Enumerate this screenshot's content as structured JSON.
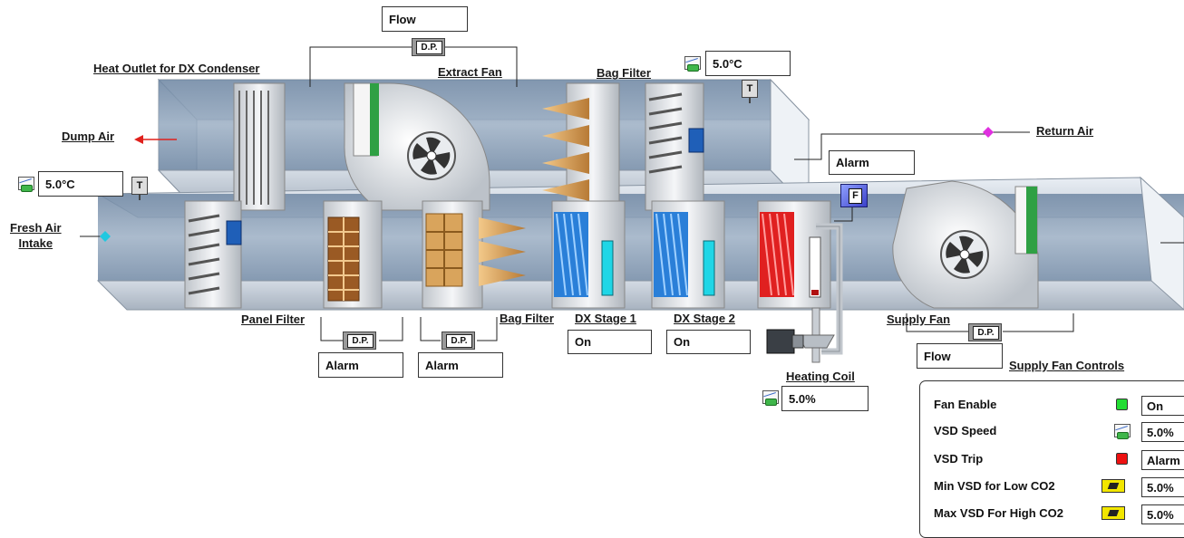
{
  "labels": {
    "heat_outlet": "Heat Outlet for DX Condenser",
    "extract_fan": "Extract Fan",
    "bag_filter_top": "Bag Filter",
    "dump_air": "Dump Air",
    "return_air": "Return Air",
    "fresh_air_line1": "Fresh Air",
    "fresh_air_line2": "Intake",
    "panel_filter": "Panel Filter",
    "bag_filter_bottom": "Bag Filter",
    "dx_stage1": "DX Stage 1",
    "dx_stage2": "DX Stage 2",
    "heating_coil": "Heating Coil",
    "supply_fan": "Supply Fan",
    "supply_fan_controls": "Supply Fan Controls"
  },
  "icons": {
    "dp_text": "D.P.",
    "temp_text": "T",
    "flow_switch_text": "F"
  },
  "values": {
    "extract_flow": "Flow",
    "return_temp": "5.0°C",
    "fresh_temp": "5.0°C",
    "fan_alarm": "Alarm",
    "panel_filter_alarm": "Alarm",
    "bag_filter_alarm": "Alarm",
    "dx_stage1_status": "On",
    "dx_stage2_status": "On",
    "supply_flow": "Flow",
    "heating_coil_value": "5.0%"
  },
  "controls": [
    {
      "label": "Fan Enable",
      "indicator": "led",
      "color": "#22dd33",
      "value": "On"
    },
    {
      "label": "VSD Speed",
      "indicator": "graph-icon",
      "value": "5.0%"
    },
    {
      "label": "VSD Trip",
      "indicator": "led",
      "color": "#ee1111",
      "value": "Alarm"
    },
    {
      "label": "Min VSD for Low CO2",
      "indicator": "setpoint-icon",
      "value": "5.0%"
    },
    {
      "label": "Max VSD For High CO2",
      "indicator": "setpoint-icon",
      "value": "5.0%"
    }
  ],
  "colors": {
    "dump_arrow": "#e0201c",
    "return_marker": "#e030e0",
    "fresh_marker": "#20c8e0",
    "dx_coil": "#2a7fd8",
    "heat_coil": "#e02020"
  }
}
